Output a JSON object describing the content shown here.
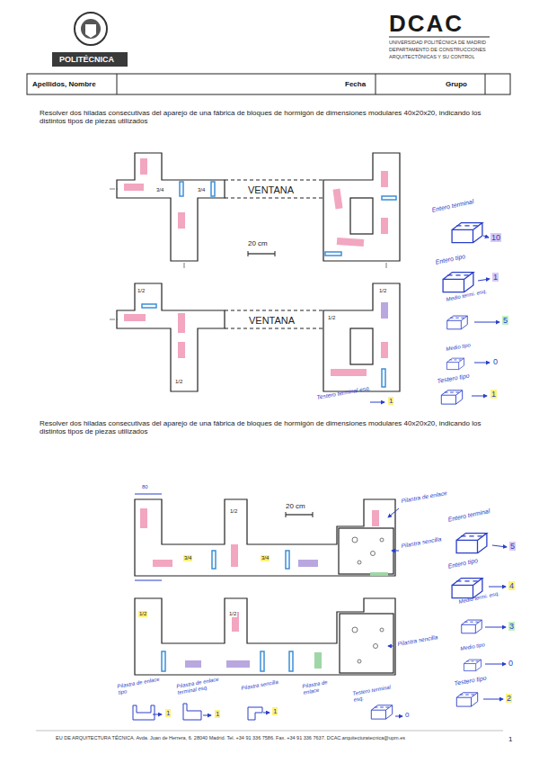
{
  "diagram": {
    "nodes": [
      {
        "text": [
          "Apellidos, Nombre"
        ]
      },
      {
        "text": [
          "Fecha"
        ]
      },
      {
        "text": [
          "Grupo"
        ]
      }
    ],
    "labels": [
      "POLITÉCNICA",
      "DCAC",
      "UNIVERSIDAD POLITÉCNICA DE MADRID",
      "DEPARTAMENTO DE CONSTRUCCIONES",
      "ARQUITECTÓNICAS Y SU CONTROL",
      "Resolver dos hiladas consecutivas del aparejo de una fábrica de bloques de hormigón de dimensiones modulares 40x20x20, indicando los distintos tipos de piezas utilizados",
      "3/4",
      "3/4",
      "VENTANA",
      "20 cm",
      "1/2",
      "1/2",
      "1/2",
      "1/2",
      "VENTANA",
      "Testero terminal esq.",
      "1",
      "Entero terminal",
      "10",
      "Entero tipo",
      "1",
      "Medio termi. esq.",
      "5",
      "Medio tipo",
      "0",
      "Testero tipo",
      "1",
      "Resolver dos hiladas consecutivas del aparejo de una fábrica de bloques de hormigón de dimensiones modulares 40x20x20, indicando los distintos tipos de piezas utilizados",
      "80",
      "1/2",
      "3/4",
      "3/4",
      "20 cm",
      "Pilastra de enlace",
      "Pilastra sencilla",
      "1/2",
      "1/2",
      "Pilastra sencilla",
      "Pilastra de enlace tipo",
      "1",
      "Pilastra de enlace terminal esq.",
      "1",
      "Pilastra sencilla",
      "1",
      "Pilastra de enlace",
      "Testero terminal esq.",
      "0",
      "Entero terminal",
      "5",
      "Entero tipo",
      "4",
      "Medio termi. esq.",
      "3",
      "Medio tipo",
      "0",
      "Testero tipo",
      "2",
      "EU DE ARQUITECTURA TÉCNICA. Avda. Juan de Herrera, 6. 28040 Madrid. Tel. +34 91 336 7586. Fax. +34 91 336 7637. DCAC.arquitecturatecnica@upm.es",
      "1"
    ]
  }
}
